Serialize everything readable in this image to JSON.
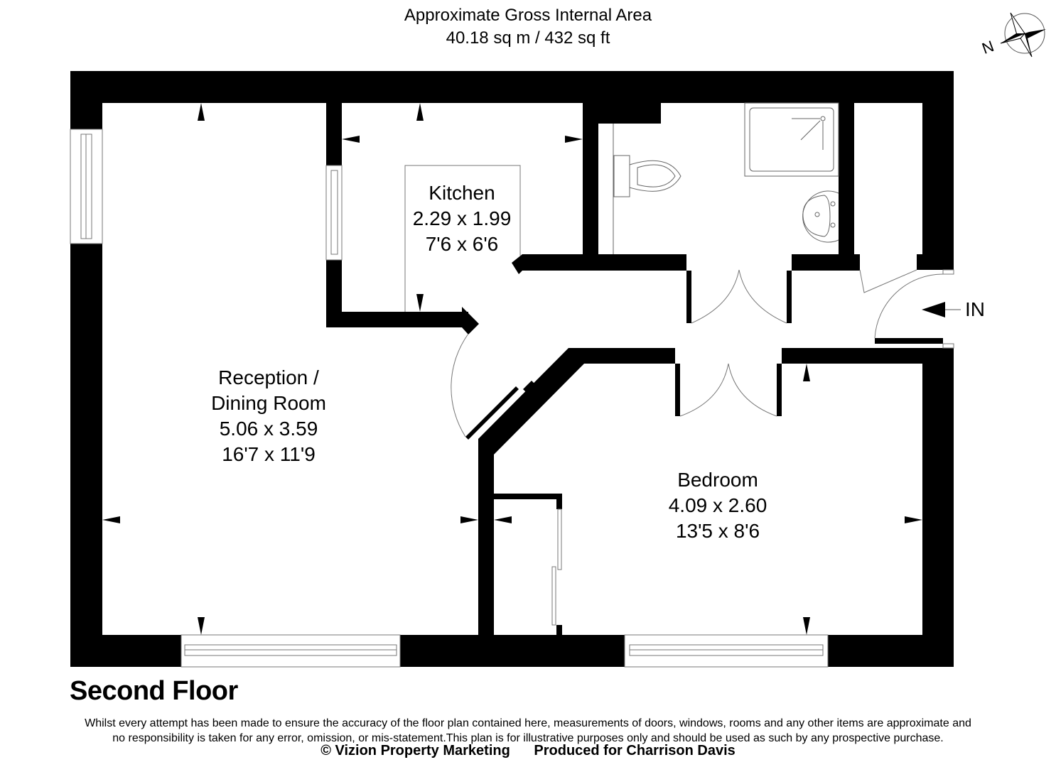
{
  "header": {
    "title": "Approximate Gross Internal Area",
    "area": "40.18 sq m / 432 sq ft"
  },
  "compass": {
    "label": "N",
    "icon": "compass-rose-icon"
  },
  "rooms": [
    {
      "name": "Kitchen",
      "metric": "2.29 x 1.99",
      "imperial": "7'6 x 6'6"
    },
    {
      "name_line1": "Reception /",
      "name_line2": "Dining Room",
      "metric": "5.06 x 3.59",
      "imperial": "16'7 x 11'9"
    },
    {
      "name": "Bedroom",
      "metric": "4.09 x 2.60",
      "imperial": "13'5 x 8'6"
    }
  ],
  "entrance": {
    "label": "IN",
    "icon": "entrance-arrow-icon"
  },
  "fixtures": [
    "toilet-icon",
    "shower-tray-icon",
    "wash-basin-icon"
  ],
  "floor": {
    "title": "Second Floor"
  },
  "footer": {
    "disclaimer_line1": "Whilst every attempt has been made to ensure the accuracy of the floor plan contained here, measurements of doors, windows, rooms and any other items are approximate and",
    "disclaimer_line2": "no responsibility is taken for any error, omission, or mis-statement.This plan is for illustrative purposes only and should be used as such by any prospective purchase.",
    "copyright": "© Vizion Property Marketing",
    "produced_for": "Produced for Charrison Davis"
  },
  "colors": {
    "wall": "#000000",
    "background": "#ffffff",
    "fixture_line": "#666666"
  }
}
